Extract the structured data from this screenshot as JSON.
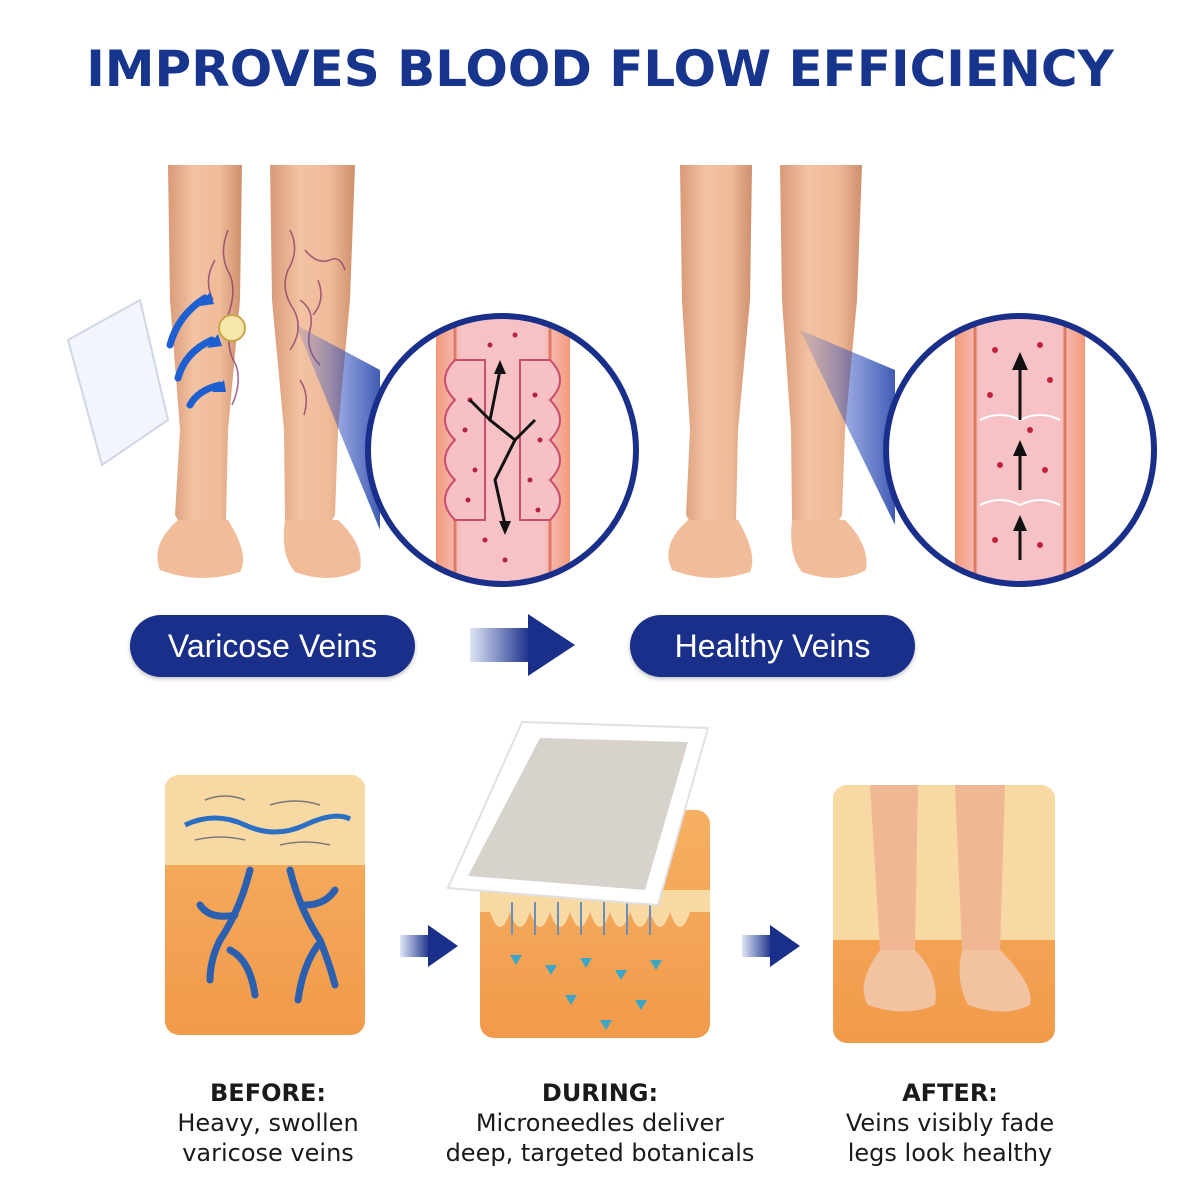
{
  "headline": "IMPROVES BLOOD FLOW EFFICIENCY",
  "labels": {
    "varicose": "Varicose Veins",
    "healthy": "Healthy Veins"
  },
  "steps": [
    {
      "title": "BEFORE:",
      "line1": "Heavy, swollen",
      "line2": "varicose veins"
    },
    {
      "title": "DURING:",
      "line1": "Microneedles deliver",
      "line2": "deep, targeted botanicals"
    },
    {
      "title": "AFTER:",
      "line1": "Veins visibly fade",
      "line2": "legs look healthy"
    }
  ],
  "colors": {
    "brand_blue": "#17358c",
    "pill_blue": "#1a2f8a",
    "skin": "#f0c3a3",
    "tissue_orange": "#f5a25a",
    "vein_blue": "#2b5fb0",
    "vessel_pink": "#f4b9c8"
  }
}
